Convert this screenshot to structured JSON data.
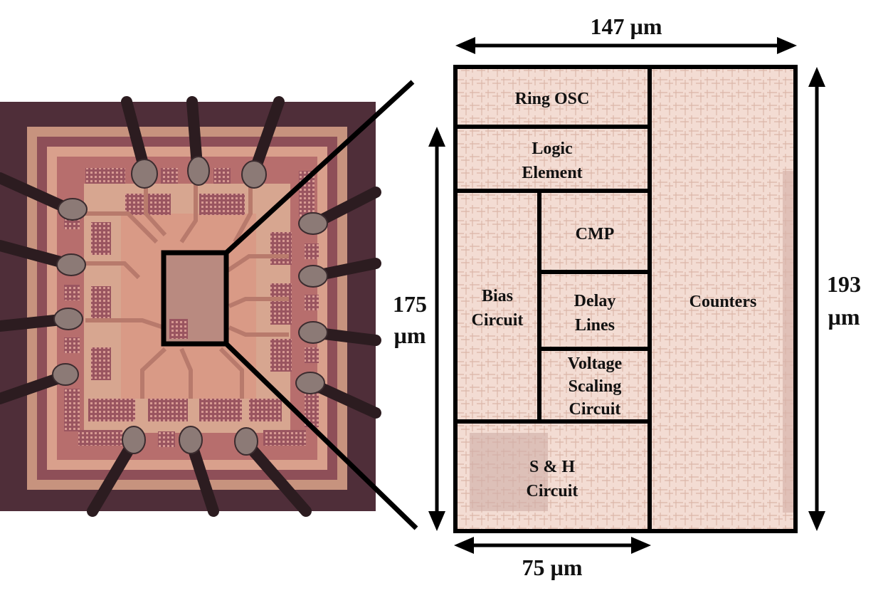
{
  "blocks": {
    "ring_osc": "Ring OSC",
    "logic_line1": "Logic",
    "logic_line2": "Element",
    "bias_line1": "Bias",
    "bias_line2": "Circuit",
    "cmp": "CMP",
    "delay_line1": "Delay",
    "delay_line2": "Lines",
    "voltage_line1": "Voltage",
    "voltage_line2": "Scaling",
    "voltage_line3": "Circuit",
    "sh_line1": "S & H",
    "sh_line2": "Circuit",
    "counters": "Counters"
  },
  "dimensions": {
    "top": "147 µm",
    "bottom": "75 µm",
    "left_value": "175",
    "left_unit": "µm",
    "right_value": "193",
    "right_unit": "µm"
  },
  "colors": {
    "die_background": "#5a3440",
    "pad_ring": "#c58d7a",
    "core": "#d6a48e",
    "layout_tint": "#f1d9d0",
    "outline": "#000000"
  }
}
